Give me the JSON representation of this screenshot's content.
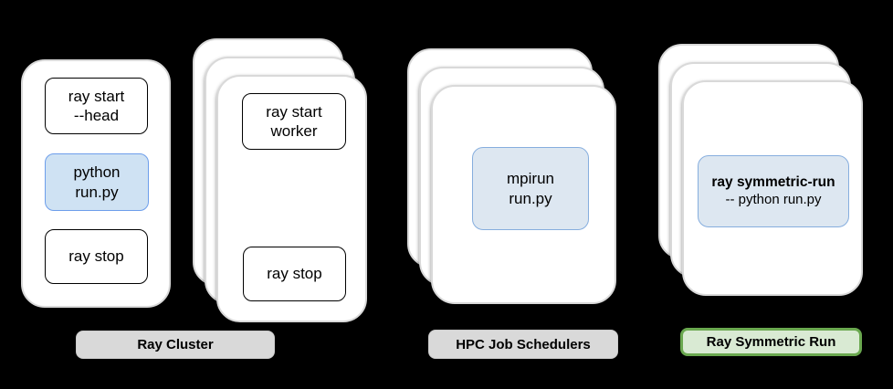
{
  "diagram": {
    "head_card": {
      "commands": {
        "start_head": {
          "line1": "ray start",
          "line2": "--head"
        },
        "python_run": {
          "line1": "python",
          "line2": "run.py"
        },
        "stop": {
          "line1": "ray stop"
        }
      }
    },
    "worker_stack": {
      "commands": {
        "start_worker": {
          "line1": "ray start",
          "line2": "worker"
        },
        "stop": {
          "line1": "ray stop"
        }
      }
    },
    "hpc_stack": {
      "commands": {
        "mpirun": {
          "line1": "mpirun",
          "line2": "run.py"
        }
      }
    },
    "symmetric_stack": {
      "commands": {
        "symmetric_run": {
          "line1": "ray symmetric-run",
          "line2": "-- python run.py"
        }
      }
    },
    "labels": {
      "ray_cluster": "Ray Cluster",
      "hpc_job_schedulers": "HPC Job Schedulers",
      "ray_symmetric_run": "Ray Symmetric Run"
    },
    "colors": {
      "background": "#000000",
      "card_fill": "#ffffff",
      "card_border": "#d9d9d9",
      "command_border": "#000000",
      "highlight_fill_strong": "#cfe2f3",
      "highlight_border_strong": "#6d9eeb",
      "highlight_fill_soft": "#dde7f1",
      "highlight_border_soft": "#86aede",
      "label_gray_fill": "#d9d9d9",
      "label_green_fill": "#d9ead3",
      "label_green_border": "#6aa84f"
    }
  }
}
